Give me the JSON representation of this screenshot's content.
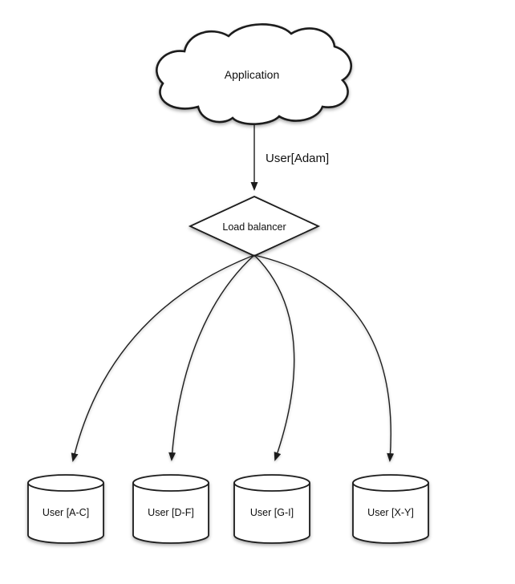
{
  "diagram": {
    "nodes": {
      "application": {
        "label": "Application",
        "type": "cloud"
      },
      "load_balancer": {
        "label": "Load balancer",
        "type": "diamond"
      },
      "shards": [
        {
          "label": "User [A-C]",
          "type": "cylinder"
        },
        {
          "label": "User [D-F]",
          "type": "cylinder"
        },
        {
          "label": "User [G-I]",
          "type": "cylinder"
        },
        {
          "label": "User [X-Y]",
          "type": "cylinder"
        }
      ]
    },
    "edges": {
      "app_to_lb": {
        "label": "User[Adam]"
      }
    },
    "colors": {
      "stroke": "#1c1c1c",
      "fill": "#ffffff",
      "text": "#111111",
      "background": "#ffffff"
    }
  }
}
